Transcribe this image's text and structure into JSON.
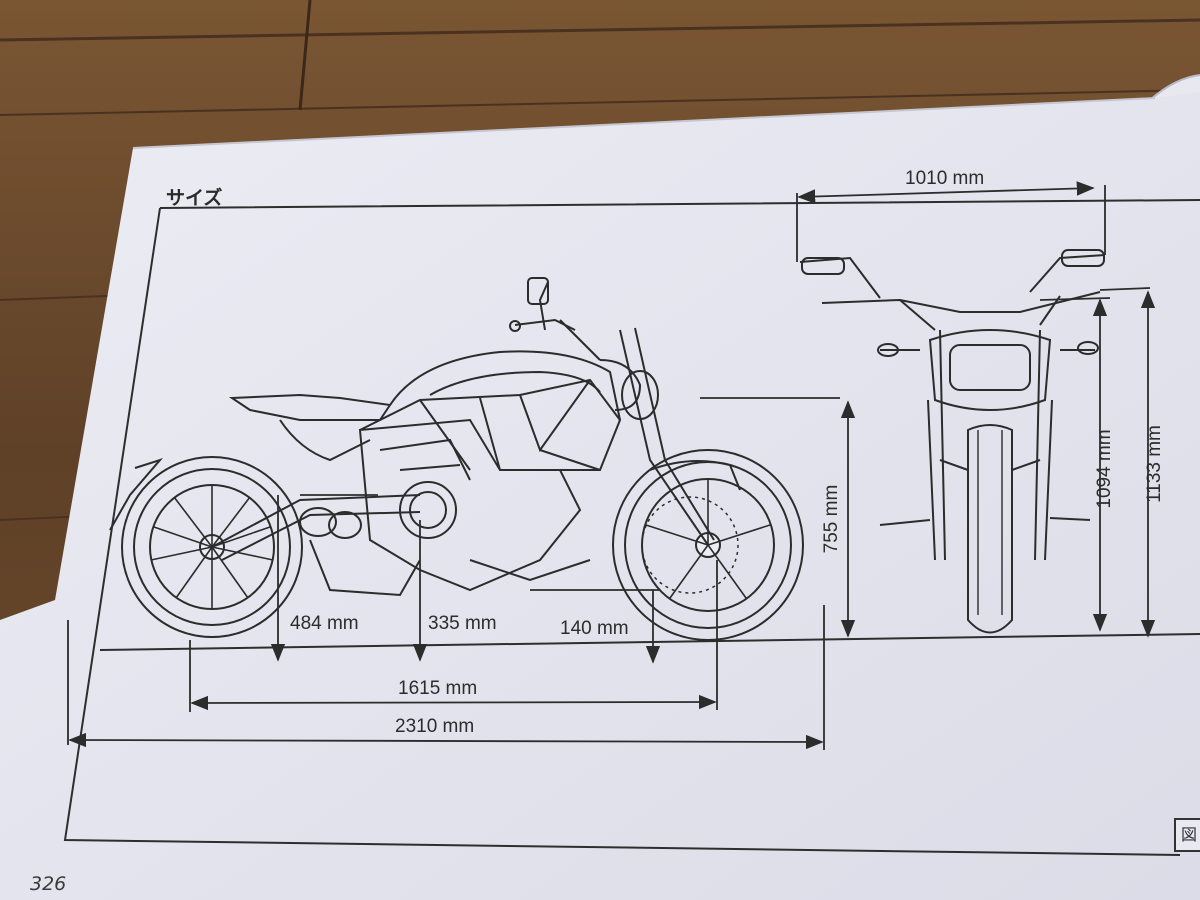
{
  "page": {
    "title": "サイズ",
    "page_number": "326",
    "edge_tab": "図"
  },
  "dimensions": {
    "overall_length": "2310 mm",
    "wheelbase": "1615 mm",
    "seat_height": "755 mm",
    "ground_clearance_rear": "484 mm",
    "ground_clearance_center": "335 mm",
    "ground_clearance_front": "140 mm",
    "mirror_width": "1010 mm",
    "handlebar_height": "1094 mm",
    "overall_height": "1133 mm"
  },
  "colors": {
    "paper": "#e4e4ee",
    "ink": "#2c2c2c",
    "wood": "#6b4a2b"
  }
}
